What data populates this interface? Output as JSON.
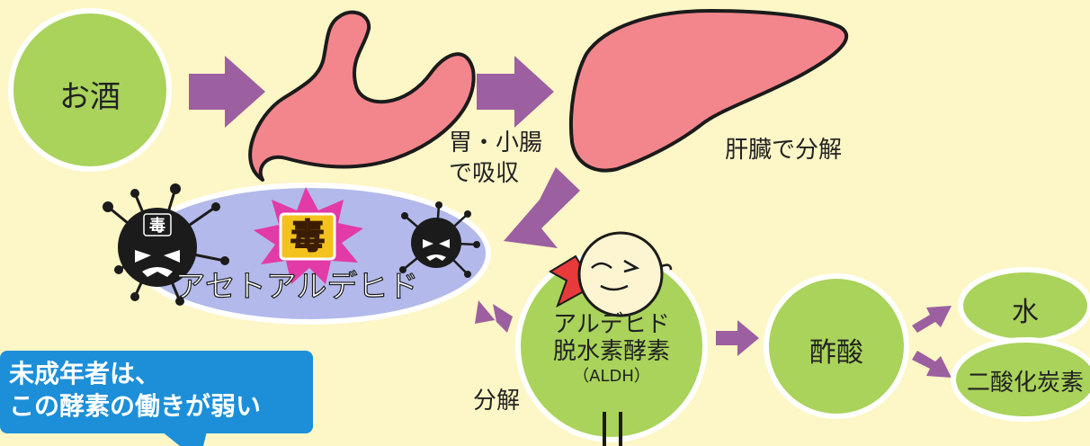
{
  "nodes": {
    "alcohol": "お酒",
    "stomach_label_line1": "胃・小腸",
    "stomach_label_line2": "で吸収",
    "liver_label": "肝臓で分解",
    "poison_badge": "毒",
    "virus_badge": "毒",
    "acetaldehyde": "アセトアルデヒド",
    "aldh_line1": "アルデヒド",
    "aldh_line2": "脱水素酵素",
    "aldh_abbr": "（ALDH）",
    "decompose": "分解",
    "acetic_acid": "酢酸",
    "water": "水",
    "co2": "二酸化炭素"
  },
  "callout": {
    "line1": "未成年者は、",
    "line2": "この酵素の働きが弱い"
  },
  "colors": {
    "background": "#fdf6c6",
    "node_green": "#a9d35a",
    "node_border": "#ffffff",
    "arrow_purple": "#9c5fa0",
    "organ_pink": "#f3868c",
    "organ_outline": "#1b1b1b",
    "ellipse_blue": "#b3b9ea",
    "star_magenta": "#e23aa6",
    "badge_yellow": "#f4c21c",
    "callout_blue": "#1d8fd8",
    "cape_red": "#e83a3a"
  },
  "icons": [
    "stomach-icon",
    "liver-icon",
    "virus-icon",
    "explosion-icon",
    "enzyme-hero-icon",
    "equals-icon"
  ]
}
